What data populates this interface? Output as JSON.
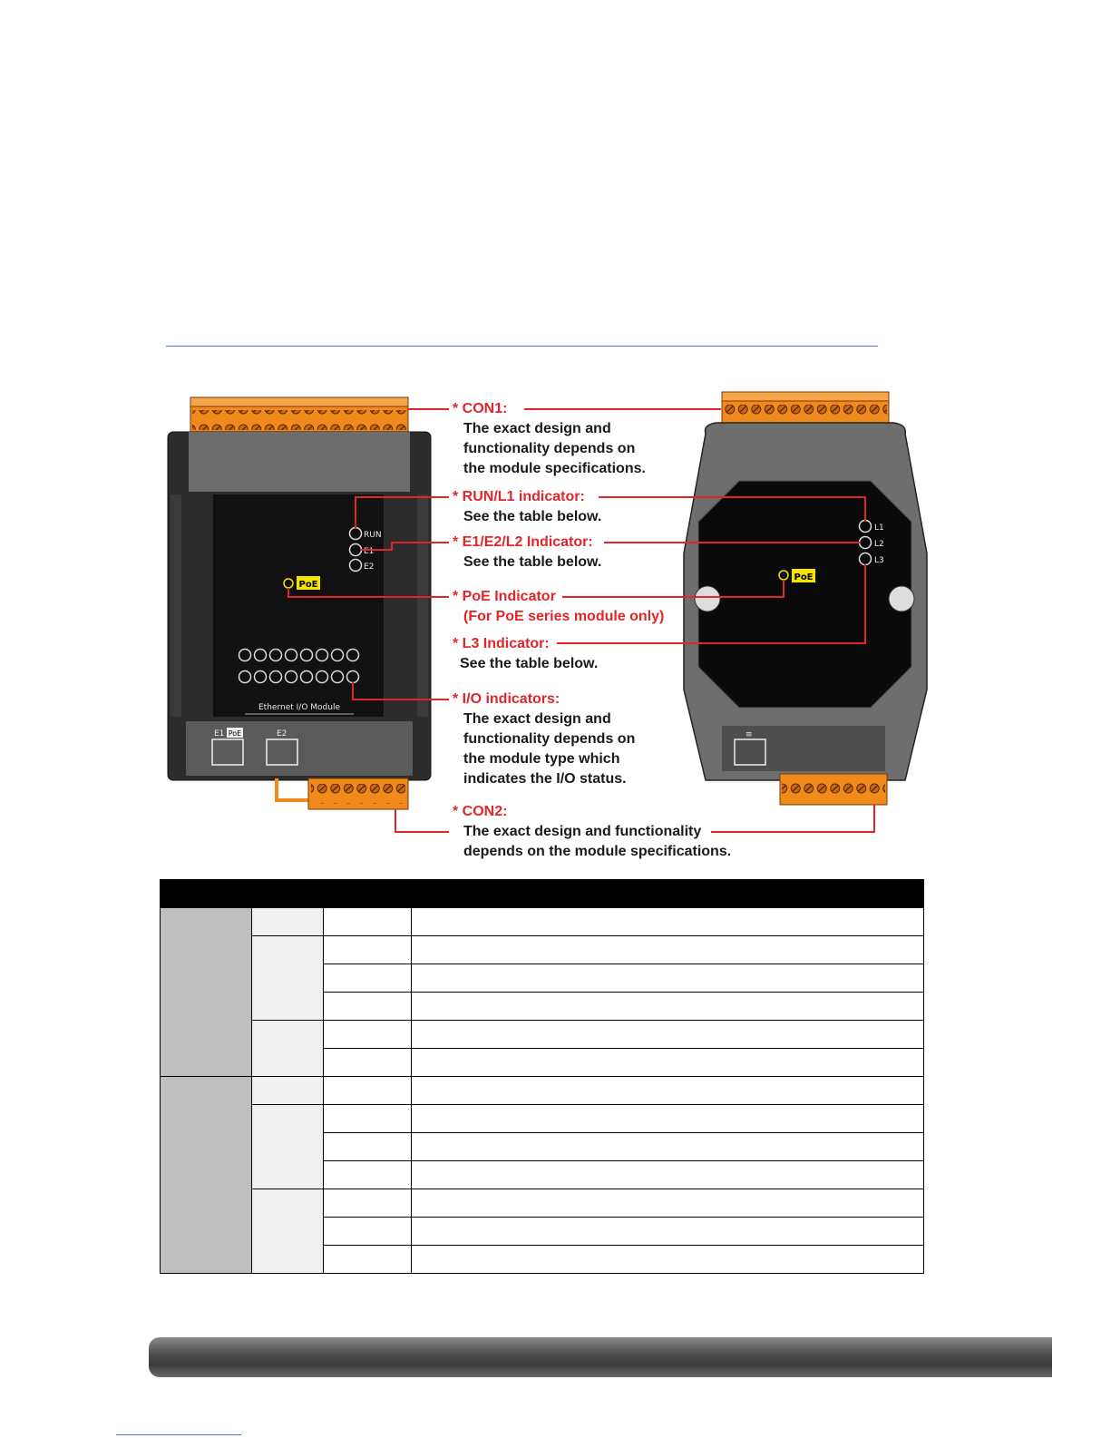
{
  "callouts": {
    "con1": {
      "head": "* CON1:",
      "lines": [
        "The exact design and",
        "functionality depends on",
        "the module specifications."
      ]
    },
    "run": {
      "head": "* RUN/L1 indicator:",
      "lines": [
        "See the table below."
      ]
    },
    "e1": {
      "head": "* E1/E2/L2 Indicator:",
      "lines": [
        "See the table below."
      ]
    },
    "poe": {
      "head": "* PoE Indicator",
      "sub": "(For PoE series module only)"
    },
    "l3": {
      "head": "* L3 Indicator:",
      "lines": [
        "See the table below."
      ]
    },
    "io": {
      "head": "* I/O indicators:",
      "lines": [
        "The exact design and",
        "functionality depends on",
        "the module type which",
        "indicates the I/O status."
      ]
    },
    "con2": {
      "head": "* CON2:",
      "lines": [
        "The exact design and functionality",
        "depends on the module specifications."
      ]
    }
  },
  "left_module": {
    "leds": [
      "RUN",
      "E1",
      "E2"
    ],
    "poe_badge": "PoE",
    "panel_label": "Ethernet I/O Module",
    "port1_label": "E1",
    "port1_badge": "PoE",
    "port2_label": "E2"
  },
  "right_module": {
    "leds": [
      "L1",
      "L2",
      "L3"
    ],
    "poe_badge": "PoE",
    "port_label": "≡"
  },
  "colors": {
    "callout_red": "#e0262a",
    "terminal_orange": "#f08a1c",
    "poe_yellow": "#f5e400"
  }
}
